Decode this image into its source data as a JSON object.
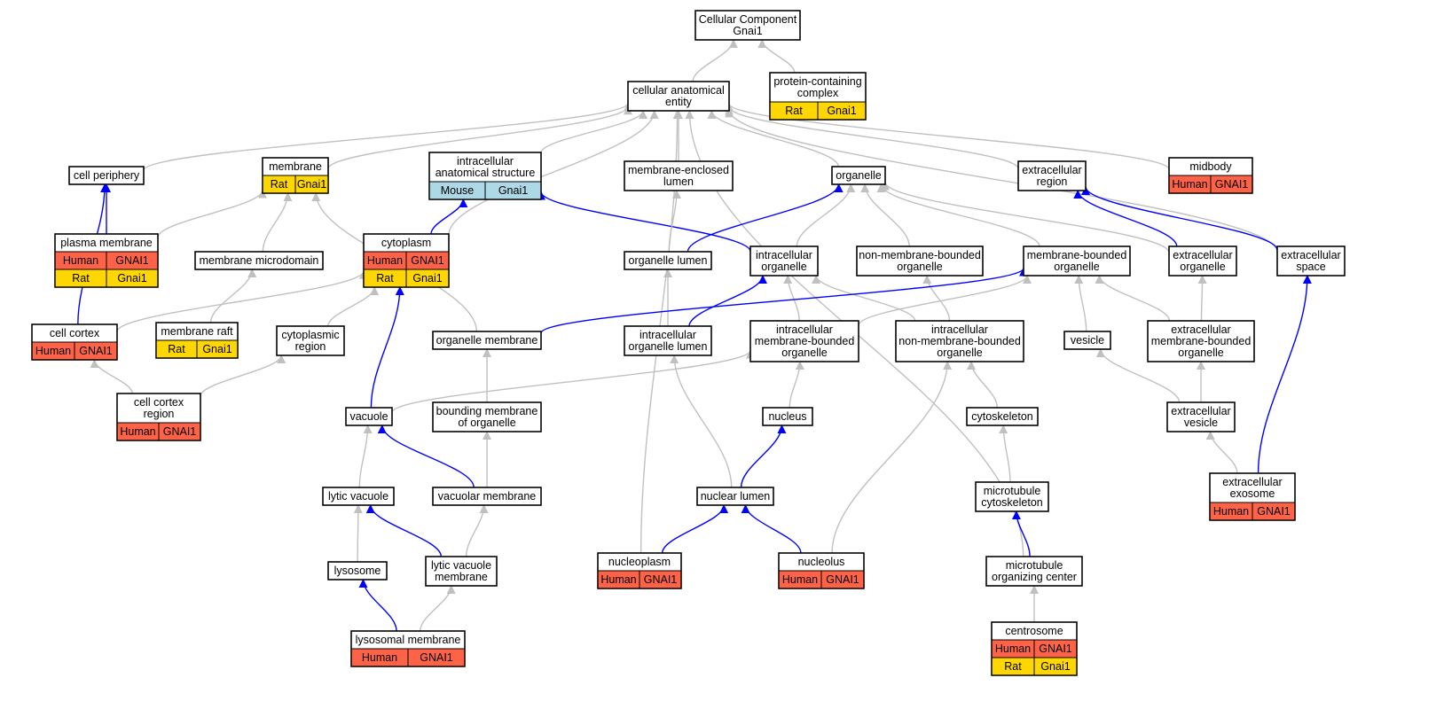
{
  "colors": {
    "human": "#ff6347",
    "rat": "#ffd700",
    "mouse": "#add8e6",
    "edge_grey": "#c0c0c0",
    "edge_blue": "#0000ff",
    "node_fill": "#ffffff",
    "node_stroke": "#000000"
  },
  "nodes": [
    {
      "id": "root",
      "lines": [
        "Cellular Component",
        "Gnai1"
      ],
      "rows": []
    },
    {
      "id": "cae",
      "lines": [
        "cellular anatomical",
        "entity"
      ],
      "rows": []
    },
    {
      "id": "pcc",
      "lines": [
        "protein-containing",
        "complex"
      ],
      "rows": [
        [
          "Rat",
          "Gnai1"
        ]
      ]
    },
    {
      "id": "cellper",
      "lines": [
        "cell periphery"
      ],
      "rows": []
    },
    {
      "id": "membrane",
      "lines": [
        "membrane"
      ],
      "rows": [
        [
          "Rat",
          "Gnai1"
        ]
      ]
    },
    {
      "id": "ias",
      "lines": [
        "intracellular",
        "anatomical structure"
      ],
      "rows": [
        [
          "Mouse",
          "Gnai1"
        ]
      ]
    },
    {
      "id": "mel",
      "lines": [
        "membrane-enclosed",
        "lumen"
      ],
      "rows": []
    },
    {
      "id": "organelle",
      "lines": [
        "organelle"
      ],
      "rows": []
    },
    {
      "id": "ecr",
      "lines": [
        "extracellular",
        "region"
      ],
      "rows": []
    },
    {
      "id": "midbody",
      "lines": [
        "midbody"
      ],
      "rows": [
        [
          "Human",
          "GNAI1"
        ]
      ]
    },
    {
      "id": "pm",
      "lines": [
        "plasma membrane"
      ],
      "rows": [
        [
          "Human",
          "GNAI1"
        ],
        [
          "Rat",
          "Gnai1"
        ]
      ]
    },
    {
      "id": "mmd",
      "lines": [
        "membrane microdomain"
      ],
      "rows": []
    },
    {
      "id": "cyto",
      "lines": [
        "cytoplasm"
      ],
      "rows": [
        [
          "Human",
          "GNAI1"
        ],
        [
          "Rat",
          "Gnai1"
        ]
      ]
    },
    {
      "id": "orglumen",
      "lines": [
        "organelle lumen"
      ],
      "rows": []
    },
    {
      "id": "io",
      "lines": [
        "intracellular",
        "organelle"
      ],
      "rows": []
    },
    {
      "id": "nmbo",
      "lines": [
        "non-membrane-bounded",
        "organelle"
      ],
      "rows": []
    },
    {
      "id": "mbo",
      "lines": [
        "membrane-bounded",
        "organelle"
      ],
      "rows": []
    },
    {
      "id": "eco",
      "lines": [
        "extracellular",
        "organelle"
      ],
      "rows": []
    },
    {
      "id": "ecs",
      "lines": [
        "extracellular",
        "space"
      ],
      "rows": []
    },
    {
      "id": "cortex",
      "lines": [
        "cell cortex"
      ],
      "rows": [
        [
          "Human",
          "GNAI1"
        ]
      ]
    },
    {
      "id": "raft",
      "lines": [
        "membrane raft"
      ],
      "rows": [
        [
          "Rat",
          "Gnai1"
        ]
      ]
    },
    {
      "id": "cytoreg",
      "lines": [
        "cytoplasmic",
        "region"
      ],
      "rows": []
    },
    {
      "id": "orgmem",
      "lines": [
        "organelle membrane"
      ],
      "rows": []
    },
    {
      "id": "iol",
      "lines": [
        "intracellular",
        "organelle lumen"
      ],
      "rows": []
    },
    {
      "id": "imbo",
      "lines": [
        "intracellular",
        "membrane-bounded",
        "organelle"
      ],
      "rows": []
    },
    {
      "id": "inmbo",
      "lines": [
        "intracellular",
        "non-membrane-bounded",
        "organelle"
      ],
      "rows": []
    },
    {
      "id": "vesicle",
      "lines": [
        "vesicle"
      ],
      "rows": []
    },
    {
      "id": "ecmbo",
      "lines": [
        "extracellular",
        "membrane-bounded",
        "organelle"
      ],
      "rows": []
    },
    {
      "id": "ccr",
      "lines": [
        "cell cortex",
        "region"
      ],
      "rows": [
        [
          "Human",
          "GNAI1"
        ]
      ]
    },
    {
      "id": "vacuole",
      "lines": [
        "vacuole"
      ],
      "rows": []
    },
    {
      "id": "bmo",
      "lines": [
        "bounding membrane",
        "of organelle"
      ],
      "rows": []
    },
    {
      "id": "nucleus",
      "lines": [
        "nucleus"
      ],
      "rows": []
    },
    {
      "id": "cytoskel",
      "lines": [
        "cytoskeleton"
      ],
      "rows": []
    },
    {
      "id": "ecv",
      "lines": [
        "extracellular",
        "vesicle"
      ],
      "rows": []
    },
    {
      "id": "lytvac",
      "lines": [
        "lytic vacuole"
      ],
      "rows": []
    },
    {
      "id": "vacmem",
      "lines": [
        "vacuolar membrane"
      ],
      "rows": []
    },
    {
      "id": "nuclum",
      "lines": [
        "nuclear lumen"
      ],
      "rows": []
    },
    {
      "id": "mtcs",
      "lines": [
        "microtubule",
        "cytoskeleton"
      ],
      "rows": []
    },
    {
      "id": "exo",
      "lines": [
        "extracellular",
        "exosome"
      ],
      "rows": [
        [
          "Human",
          "GNAI1"
        ]
      ]
    },
    {
      "id": "lyso",
      "lines": [
        "lysosome"
      ],
      "rows": []
    },
    {
      "id": "lvm",
      "lines": [
        "lytic vacuole",
        "membrane"
      ],
      "rows": []
    },
    {
      "id": "nucplasm",
      "lines": [
        "nucleoplasm"
      ],
      "rows": [
        [
          "Human",
          "GNAI1"
        ]
      ]
    },
    {
      "id": "nucleolus",
      "lines": [
        "nucleolus"
      ],
      "rows": [
        [
          "Human",
          "GNAI1"
        ]
      ]
    },
    {
      "id": "mtoc",
      "lines": [
        "microtubule",
        "organizing center"
      ],
      "rows": []
    },
    {
      "id": "lysomem",
      "lines": [
        "lysosomal membrane"
      ],
      "rows": [
        [
          "Human",
          "GNAI1"
        ]
      ]
    },
    {
      "id": "centro",
      "lines": [
        "centrosome"
      ],
      "rows": [
        [
          "Human",
          "GNAI1"
        ],
        [
          "Rat",
          "Gnai1"
        ]
      ]
    }
  ],
  "edges": [
    [
      "cae",
      "root",
      "grey"
    ],
    [
      "pcc",
      "root",
      "grey"
    ],
    [
      "cellper",
      "cae",
      "grey"
    ],
    [
      "membrane",
      "cae",
      "grey"
    ],
    [
      "ias",
      "cae",
      "grey"
    ],
    [
      "mel",
      "cae",
      "grey"
    ],
    [
      "organelle",
      "cae",
      "grey"
    ],
    [
      "ecr",
      "cae",
      "grey"
    ],
    [
      "midbody",
      "cae",
      "grey"
    ],
    [
      "cyto",
      "cae",
      "grey"
    ],
    [
      "ecs",
      "cae",
      "grey"
    ],
    [
      "nucplasm",
      "cae",
      "grey"
    ],
    [
      "mtoc",
      "cae",
      "grey"
    ],
    [
      "pm",
      "cellper",
      "blue"
    ],
    [
      "cortex",
      "cellper",
      "blue"
    ],
    [
      "pm",
      "membrane",
      "grey"
    ],
    [
      "mmd",
      "membrane",
      "grey"
    ],
    [
      "orgmem",
      "membrane",
      "grey"
    ],
    [
      "cyto",
      "ias",
      "blue"
    ],
    [
      "io",
      "ias",
      "blue"
    ],
    [
      "orglumen",
      "mel",
      "grey"
    ],
    [
      "orglumen",
      "organelle",
      "blue"
    ],
    [
      "io",
      "organelle",
      "grey"
    ],
    [
      "nmbo",
      "organelle",
      "grey"
    ],
    [
      "mbo",
      "organelle",
      "grey"
    ],
    [
      "eco",
      "organelle",
      "grey"
    ],
    [
      "eco",
      "ecr",
      "blue"
    ],
    [
      "ecs",
      "ecr",
      "blue"
    ],
    [
      "raft",
      "mmd",
      "grey"
    ],
    [
      "cortex",
      "cyto",
      "grey"
    ],
    [
      "cytoreg",
      "cyto",
      "grey"
    ],
    [
      "vacuole",
      "cyto",
      "blue"
    ],
    [
      "iol",
      "orglumen",
      "grey"
    ],
    [
      "iol",
      "io",
      "blue"
    ],
    [
      "imbo",
      "io",
      "grey"
    ],
    [
      "inmbo",
      "io",
      "grey"
    ],
    [
      "inmbo",
      "nmbo",
      "grey"
    ],
    [
      "orgmem",
      "mbo",
      "blue"
    ],
    [
      "imbo",
      "mbo",
      "grey"
    ],
    [
      "vesicle",
      "mbo",
      "grey"
    ],
    [
      "ecmbo",
      "mbo",
      "grey"
    ],
    [
      "ecmbo",
      "eco",
      "grey"
    ],
    [
      "exo",
      "ecs",
      "blue"
    ],
    [
      "ccr",
      "cortex",
      "grey"
    ],
    [
      "ccr",
      "cytoreg",
      "grey"
    ],
    [
      "bmo",
      "orgmem",
      "grey"
    ],
    [
      "vacuole",
      "imbo",
      "grey"
    ],
    [
      "nucleus",
      "imbo",
      "grey"
    ],
    [
      "cytoskel",
      "inmbo",
      "grey"
    ],
    [
      "nucleolus",
      "inmbo",
      "grey"
    ],
    [
      "ecv",
      "vesicle",
      "grey"
    ],
    [
      "ecv",
      "ecmbo",
      "grey"
    ],
    [
      "lytvac",
      "vacuole",
      "grey"
    ],
    [
      "vacmem",
      "vacuole",
      "blue"
    ],
    [
      "vacmem",
      "bmo",
      "grey"
    ],
    [
      "nuclum",
      "nucleus",
      "blue"
    ],
    [
      "nuclum",
      "iol",
      "grey"
    ],
    [
      "mtcs",
      "cytoskel",
      "grey"
    ],
    [
      "exo",
      "ecv",
      "grey"
    ],
    [
      "lyso",
      "lytvac",
      "grey"
    ],
    [
      "lvm",
      "lytvac",
      "blue"
    ],
    [
      "lvm",
      "vacmem",
      "grey"
    ],
    [
      "nucplasm",
      "nuclum",
      "blue"
    ],
    [
      "nucleolus",
      "nuclum",
      "blue"
    ],
    [
      "mtoc",
      "mtcs",
      "blue"
    ],
    [
      "lysomem",
      "lyso",
      "blue"
    ],
    [
      "lysomem",
      "lvm",
      "grey"
    ],
    [
      "centro",
      "mtoc",
      "grey"
    ]
  ]
}
